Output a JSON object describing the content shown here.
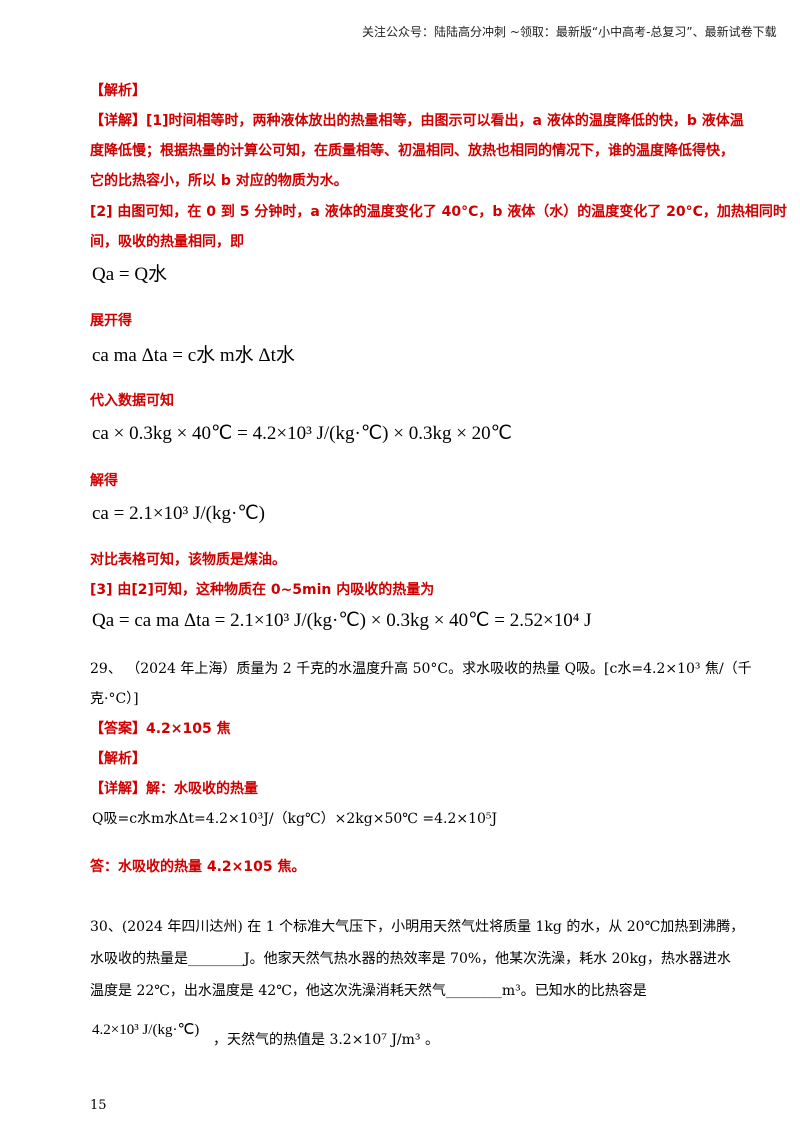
{
  "header": "关注公众号：陆陆高分冲刺  ~领取：最新版“小中高考-总复习”、最新试卷下载",
  "analysis_label_1": "【解析】",
  "detail_1_line1": "【详解】[1]时间相等时，两种液体放出的热量相等，由图示可以看出，a 液体的温度降低的快，b 液体温",
  "detail_1_line2": "度降低慢；根据热量的计算公可知，在质量相等、初温相同、放热也相同的情况下，谁的温度降低得快，",
  "detail_1_line3": "它的比热容小，所以 b 对应的物质为水。",
  "detail_2_line1": "[2] 由图可知，在 0 到 5 分钟时，a 液体的温度变化了 40°C，b 液体（水）的温度变化了 20°C，加热相同时",
  "detail_2_line2": "间，吸收的热量相同，即",
  "formula_1": "Qa = Q水",
  "expand_label": "展开得",
  "formula_2": "ca ma Δta = c水 m水 Δt水",
  "substitute_label": "代入数据可知",
  "formula_3": "ca × 0.3kg × 40℃ = 4.2×10³ J/(kg·℃) × 0.3kg × 20℃",
  "solve_label": "解得",
  "formula_4": "ca = 2.1×10³ J/(kg·℃)",
  "compare_text": "对比表格可知，该物质是煤油。",
  "detail_3": "[3] 由[2]可知，这种物质在 0~5min 内吸收的热量为",
  "formula_5": "Qa = ca ma Δta = 2.1×10³ J/(kg·℃) × 0.3kg × 40℃ = 2.52×10⁴ J",
  "q29_line1": "29、 （2024 年上海）质量为 2 千克的水温度升高 50°C。求水吸收的热量 Q吸。[c水=4.2×10³ 焦/（千",
  "q29_line2": "克·°C）]",
  "answer_29": "【答案】4.2×105 焦",
  "analysis_label_2": "【解析】",
  "detail_29": "【详解】解：水吸收的热量",
  "formula_29": "Q吸=c水m水Δt=4.2×10³J/（kg℃）×2kg×50℃ =4.2×10⁵J",
  "answer_29_text": "答：水吸收的热量 4.2×105 焦。",
  "q30_line1": "30、(2024 年四川达州) 在 1 个标准大气压下，小明用天然气灶将质量 1kg 的水，从 20℃加热到沸腾，",
  "q30_line2": "水吸收的热量是________J。他家天然气热水器的热效率是 70%，他某次洗澡，耗水 20kg，热水器进水",
  "q30_line3": "温度是 22℃，出水温度是 42℃，他这次洗澡消耗天然气________m³。已知水的比热容是",
  "q30_formula": "4.2×10³ J/(kg·℃)",
  "q30_tail": "，天然气的热值是 3.2×10⁷ J/m³ 。",
  "page_number": "15"
}
